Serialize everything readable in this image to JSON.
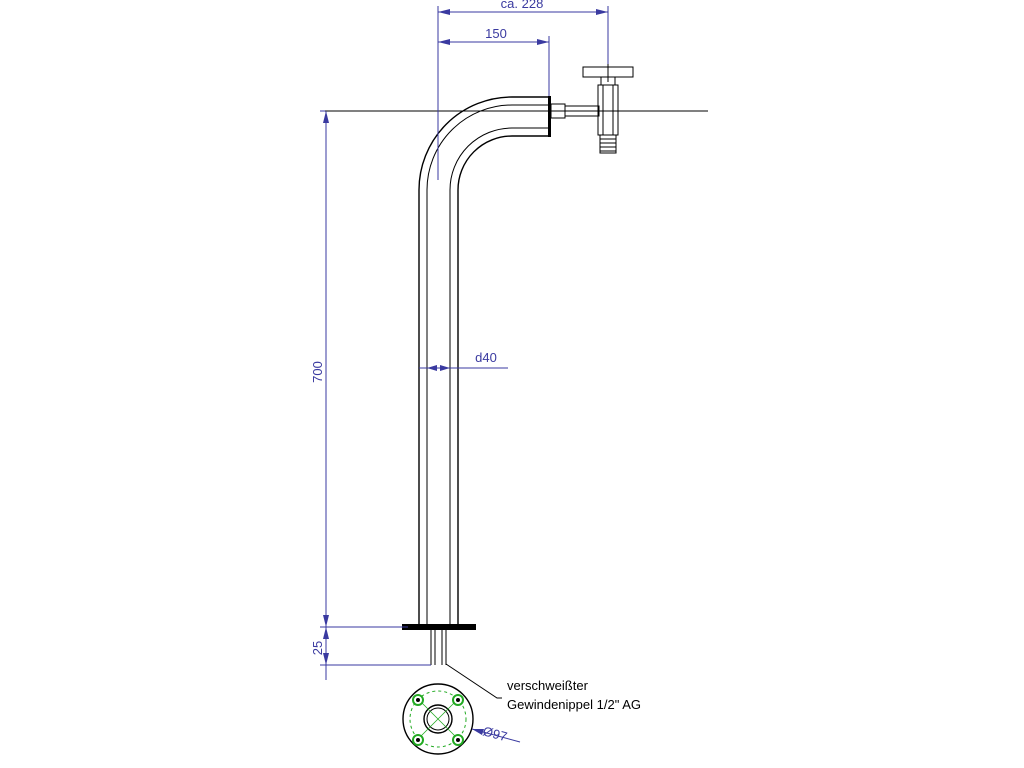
{
  "dimensions": {
    "overall_width": "ca. 228",
    "spout_width": "150",
    "height": "700",
    "flange_height": "25",
    "pipe_diameter": "d40",
    "flange_diameter": "Ø97"
  },
  "note": {
    "line1": "verschweißter",
    "line2": "Gewindenippel 1/2\" AG"
  },
  "colors": {
    "dimension": "#3a3aa0",
    "object": "#000000",
    "bolt_holes": "#22aa22"
  }
}
